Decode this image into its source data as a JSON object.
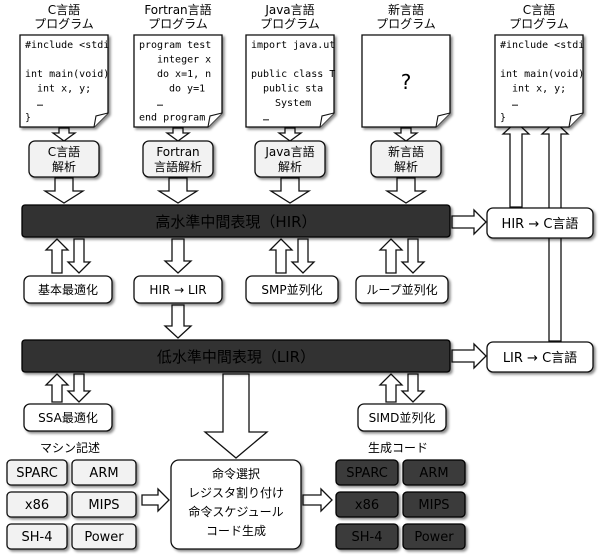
{
  "sources": [
    {
      "title": [
        "C言語",
        "プログラム"
      ],
      "code": [
        {
          "text": "#include <stdi",
          "color": "blue",
          "indent": 0
        },
        {
          "text": "",
          "color": "blue",
          "indent": 0
        },
        {
          "text": "int main(void)",
          "color": "blue",
          "indent": 0
        },
        {
          "text": "int x, y;",
          "color": "blue",
          "indent": 2
        },
        {
          "text": "…",
          "color": "black",
          "indent": 2
        },
        {
          "text": "}",
          "color": "black",
          "indent": 0
        }
      ],
      "parser": [
        "C言語",
        "解析"
      ]
    },
    {
      "title": [
        "Fortran言語",
        "プログラム"
      ],
      "code": [
        {
          "text": "program test",
          "color": "blue",
          "indent": 0
        },
        {
          "text": "integer x",
          "color": "blue",
          "indent": 3
        },
        {
          "text": "do x=1, n",
          "color": "blue",
          "indent": 3
        },
        {
          "text": "do y=1",
          "color": "blue",
          "indent": 5
        },
        {
          "text": "…",
          "color": "black",
          "indent": 3
        },
        {
          "text": "end program",
          "color": "blue",
          "indent": 0
        }
      ],
      "parser": [
        "Fortran",
        "言語解析"
      ]
    },
    {
      "title": [
        "Java言語",
        "プログラム"
      ],
      "code": [
        {
          "text": "import java.ut",
          "color": "blue",
          "indent": 0
        },
        {
          "text": "",
          "color": "black",
          "indent": 0
        },
        {
          "text": "public class T",
          "color": "blue",
          "indent": 0
        },
        {
          "text": "public sta",
          "color": "blue",
          "indent": 2
        },
        {
          "text": "System",
          "color": "black",
          "indent": 4
        },
        {
          "text": "…",
          "color": "black",
          "indent": 2
        }
      ],
      "parser": [
        "Java言語",
        "解析"
      ]
    },
    {
      "title": [
        "新言語",
        "プログラム"
      ],
      "code": [],
      "question": "?",
      "parser": [
        "新言語",
        "解析"
      ]
    }
  ],
  "output_program": {
    "title": [
      "C言語",
      "プログラム"
    ],
    "code": [
      {
        "text": "#include <stdi",
        "color": "blue",
        "indent": 0
      },
      {
        "text": "",
        "color": "black",
        "indent": 0
      },
      {
        "text": "int main(void)",
        "color": "blue",
        "indent": 0
      },
      {
        "text": "int x, y;",
        "color": "blue",
        "indent": 2
      },
      {
        "text": "…",
        "color": "black",
        "indent": 2
      },
      {
        "text": "}",
        "color": "black",
        "indent": 0
      }
    ]
  },
  "hir_bar": "高水準中間表現（HIR）",
  "lir_bar": "低水準中間表現（LIR）",
  "hir_to_c": "HIR → C言語",
  "lir_to_c": "LIR → C言語",
  "hir_passes": [
    "基本最適化",
    "HIR → LIR",
    "SMP並列化",
    "ループ並列化"
  ],
  "lir_passes": [
    "SSA最適化",
    "SIMD並列化"
  ],
  "machine_desc_title": "マシン記述",
  "machine_desc": [
    "SPARC",
    "ARM",
    "x86",
    "MIPS",
    "SH-4",
    "Power"
  ],
  "generated_code_title": "生成コード",
  "generated_code": [
    "SPARC",
    "ARM",
    "x86",
    "MIPS",
    "SH-4",
    "Power"
  ],
  "codegen_steps": [
    "命令選択",
    "レジスタ割り付け",
    "命令スケジュール",
    "コード生成"
  ],
  "colors": {
    "bar": "#333333",
    "dark_box": "#3a3a3a",
    "light_box": "#f2f2f2",
    "code": "#1f3fc8"
  }
}
